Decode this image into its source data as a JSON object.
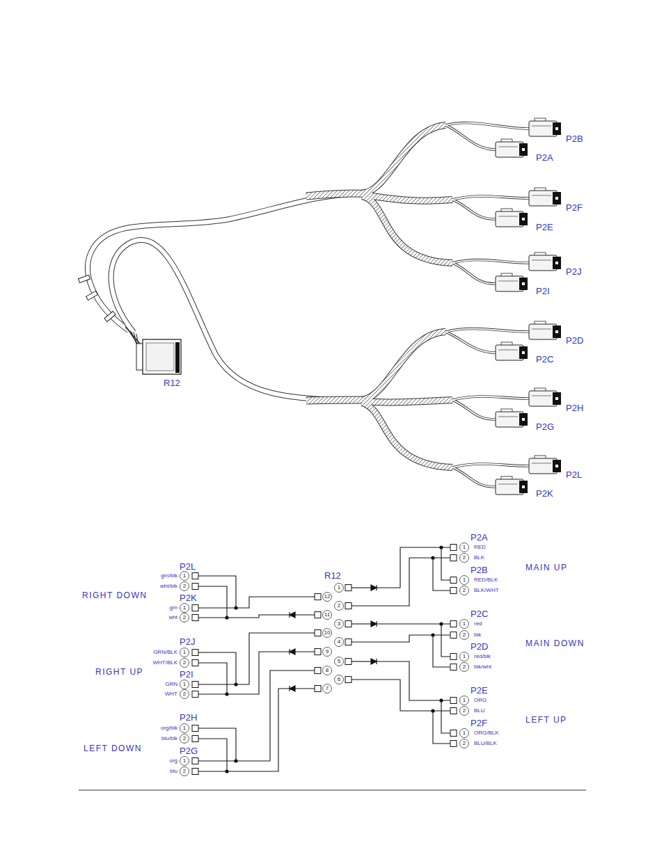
{
  "diagram": {
    "labels": [
      "P2B",
      "P2A",
      "P2F",
      "P2E",
      "P2J",
      "P2I",
      "P2D",
      "P2C",
      "P2H",
      "P2G",
      "P2L",
      "P2K",
      "R12",
      "P2A",
      "1",
      "RED",
      "2",
      "BLK",
      "MAIN UP",
      "P2B",
      "1",
      "RED/BLK",
      "2",
      "BLK/WHT",
      "P2C",
      "1",
      "red",
      "2",
      "blk",
      "MAIN DOWN",
      "P2D",
      "1",
      "red/blk",
      "2",
      "blk/wht",
      "P2E",
      "1",
      "ORG",
      "2",
      "BLU",
      "LEFT UP",
      "P2F",
      "1",
      "ORG/BLK",
      "2",
      "BLU/BLK",
      "P2L",
      "grn/blk",
      "1",
      "wht/blk",
      "2",
      "RIGHT DOWN",
      "P2K",
      "grn",
      "1",
      "wht",
      "2",
      "P2J",
      "GRN/BLK",
      "1",
      "WHT/BLK",
      "2",
      "RIGHT UP",
      "P2I",
      "GRN",
      "1",
      "WHT",
      "2",
      "P2H",
      "org/blk",
      "1",
      "blu/blk",
      "2",
      "LEFT DOWN",
      "P2G",
      "org",
      "1",
      "blu",
      "2",
      "R12",
      "1",
      "12",
      "2",
      "11",
      "3",
      "10",
      "4",
      "9",
      "5",
      "8",
      "6",
      "7"
    ]
  }
}
